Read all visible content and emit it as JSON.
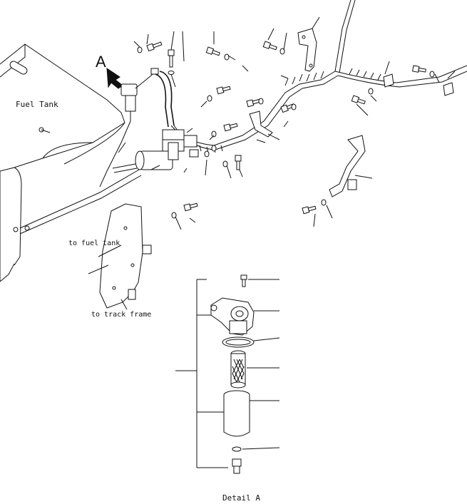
{
  "labels": {
    "detail_marker": "A",
    "fuel_tank": "Fuel Tank",
    "to_fuel_tank": "to fuel tank",
    "to_track_frame": "to track frame",
    "detail_caption": "Detail A"
  }
}
